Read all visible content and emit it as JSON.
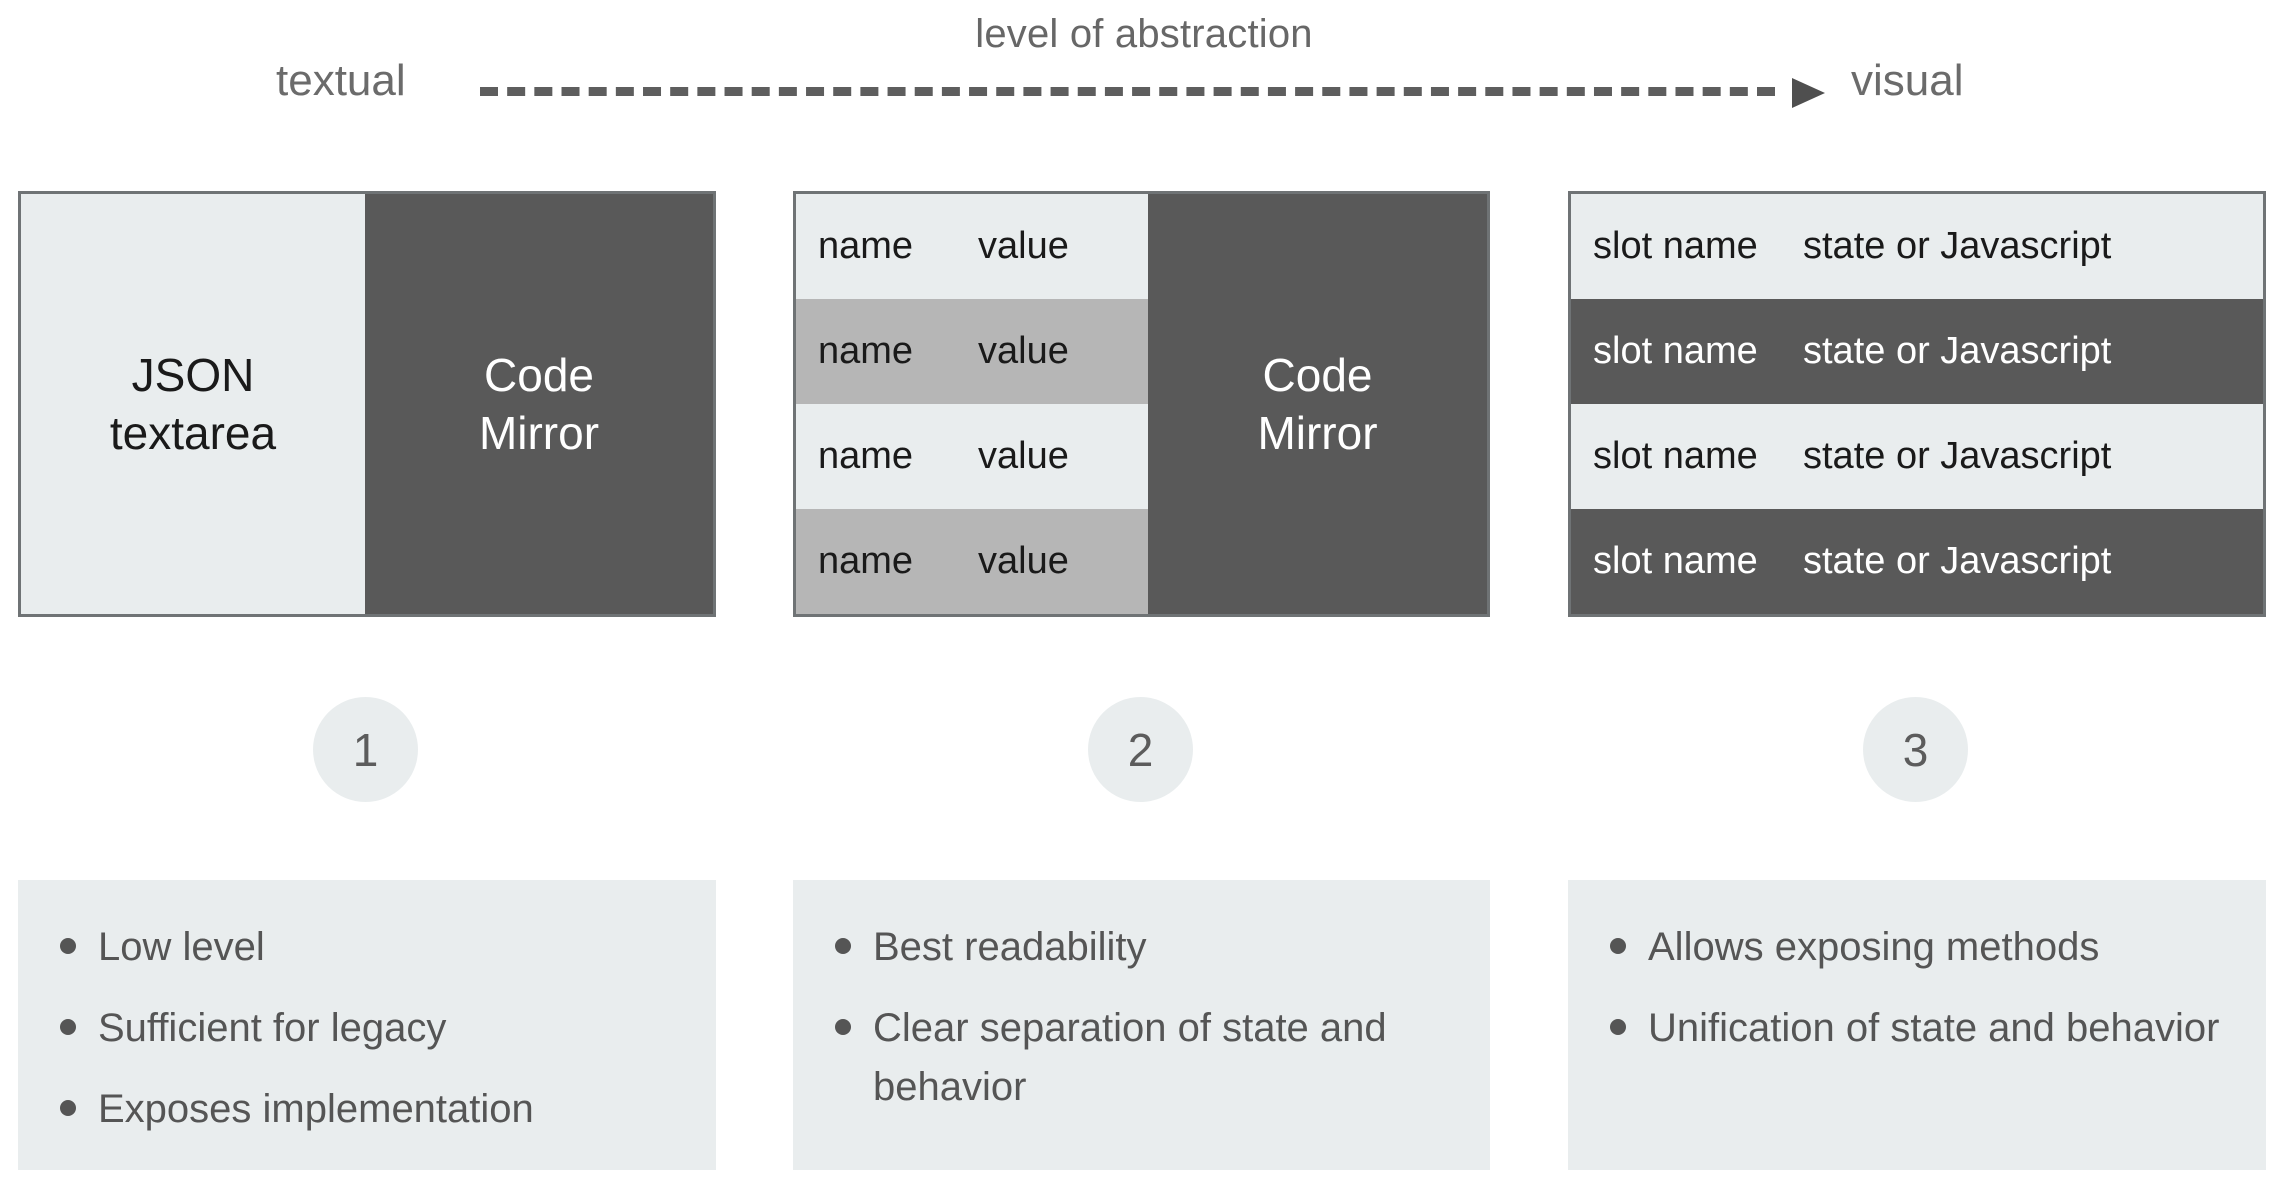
{
  "header": {
    "caption": "level of abstraction",
    "left_label": "textual",
    "right_label": "visual",
    "arrow": "dashed-arrow-right"
  },
  "colors": {
    "light": "#e9edee",
    "medium": "#b6b6b6",
    "dark": "#595959",
    "border": "#6f7375",
    "text_gray": "#555555",
    "text_dark": "#1a1a1a",
    "text_light": "#ffffff"
  },
  "panels": [
    {
      "id": 1,
      "type": "split",
      "left": {
        "lines": [
          "JSON",
          "textarea"
        ]
      },
      "right": {
        "lines": [
          "Code",
          "Mirror"
        ]
      }
    },
    {
      "id": 2,
      "type": "table-split",
      "rows": [
        {
          "name": "name",
          "value": "value"
        },
        {
          "name": "name",
          "value": "value"
        },
        {
          "name": "name",
          "value": "value"
        },
        {
          "name": "name",
          "value": "value"
        }
      ],
      "right": {
        "lines": [
          "Code",
          "Mirror"
        ]
      }
    },
    {
      "id": 3,
      "type": "table",
      "rows": [
        {
          "name": "slot name",
          "value": "state or Javascript"
        },
        {
          "name": "slot name",
          "value": "state or Javascript"
        },
        {
          "name": "slot name",
          "value": "state or Javascript"
        },
        {
          "name": "slot name",
          "value": "state or Javascript"
        }
      ]
    }
  ],
  "steps": [
    {
      "number": "1"
    },
    {
      "number": "2"
    },
    {
      "number": "3"
    }
  ],
  "notes": [
    {
      "items": [
        "Low level",
        "Sufficient for legacy",
        "Exposes implementation"
      ]
    },
    {
      "items": [
        "Best readability",
        "Clear separation of state and behavior"
      ]
    },
    {
      "items": [
        "Allows exposing methods",
        "Unification of state and behavior"
      ]
    }
  ]
}
